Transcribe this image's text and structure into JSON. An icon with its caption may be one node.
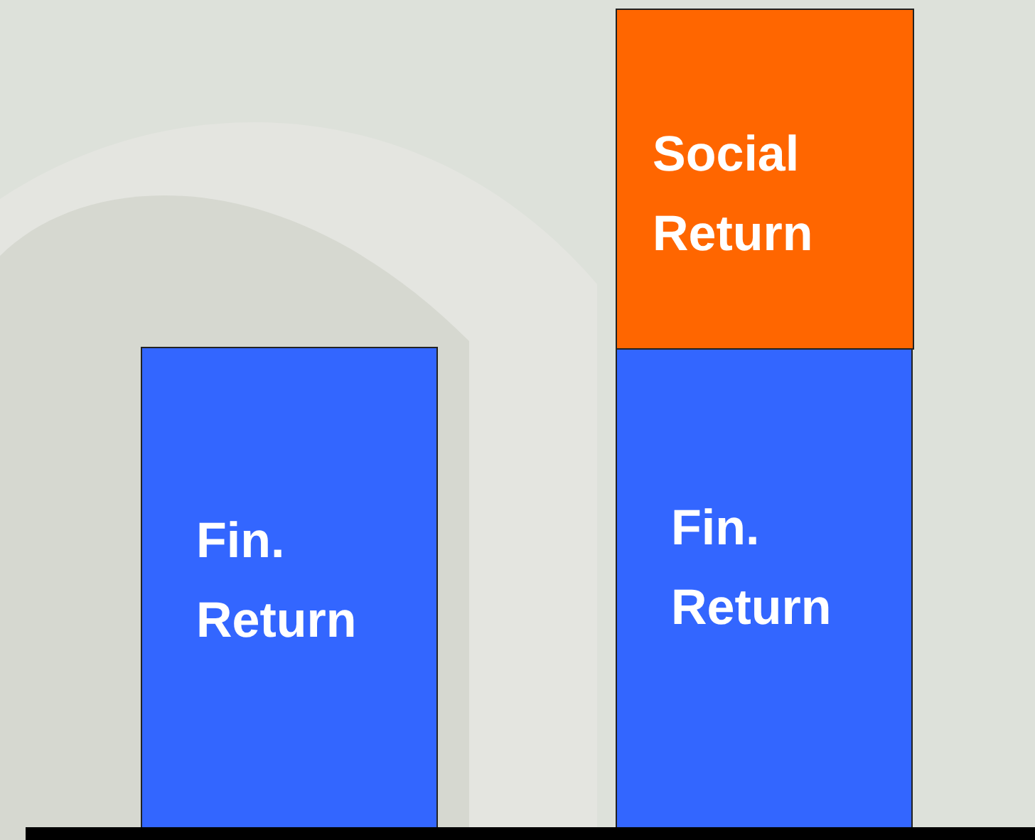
{
  "diagram": {
    "nodes": [
      {
        "text": [
          "Fin. Return"
        ]
      },
      {
        "text": [
          "Social Return"
        ]
      },
      {
        "text": [
          "Fin. Return"
        ]
      }
    ]
  }
}
